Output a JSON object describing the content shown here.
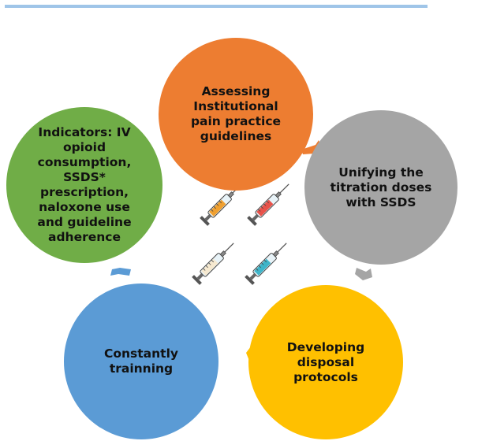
{
  "colors": {
    "orange": "#ed7d31",
    "gray": "#a5a5a5",
    "yellow": "#ffc000",
    "blue": "#5b9bd5",
    "green": "#70ad47",
    "header_rule": "#9fc5e8"
  },
  "cycle": {
    "nodes": [
      {
        "id": "assessing",
        "label": "Assessing\nInstitutional\npain practice\nguidelines",
        "color": "#ed7d31"
      },
      {
        "id": "unifying",
        "label": "Unifying the\ntitration doses\nwith SSDS",
        "color": "#a5a5a5"
      },
      {
        "id": "developing",
        "label": "Developing\ndisposal\nprotocols",
        "color": "#ffc000"
      },
      {
        "id": "training",
        "label": "Constantly\ntrainning",
        "color": "#5b9bd5"
      },
      {
        "id": "indicators",
        "label": "Indicators: IV\nopioid\nconsumption,\nSSDS*\nprescription,\nnaloxone use\nand guideline\nadherence",
        "color": "#70ad47"
      }
    ],
    "arrows": [
      "orange-arrow",
      "gray-arrow",
      "yellow-arrow",
      "blue-arrow",
      "green-arrow"
    ]
  },
  "center_icons": [
    "syringe-icon",
    "syringe-icon",
    "syringe-icon",
    "syringe-icon"
  ]
}
